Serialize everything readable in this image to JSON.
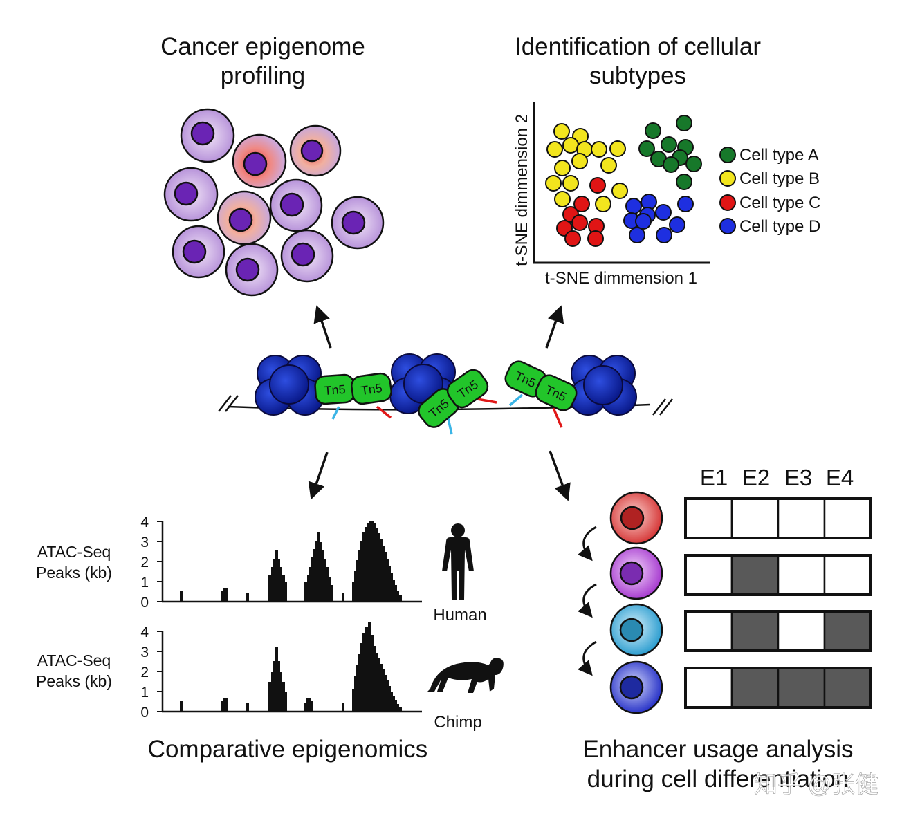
{
  "panels": {
    "cancer": {
      "title_line1": "Cancer epigenome",
      "title_line2": "profiling"
    },
    "subtypes": {
      "title_line1": "Identification of cellular",
      "title_line2": "subtypes",
      "x_axis_label": "t-SNE dimmension 1",
      "y_axis_label": "t-SNE dimmension 2",
      "legend": [
        {
          "label": "Cell type A",
          "color": "#17782a"
        },
        {
          "label": "Cell type B",
          "color": "#f2e51e"
        },
        {
          "label": "Cell type C",
          "color": "#e01515"
        },
        {
          "label": "Cell type D",
          "color": "#1e2fe0"
        }
      ]
    },
    "chromatin": {
      "enzyme_label": "Tn5"
    },
    "comparative": {
      "title": "Comparative epigenomics",
      "y_label_line1": "ATAC-Seq",
      "y_label_line2": "Peaks (kb)",
      "y_ticks": [
        "0",
        "1",
        "2",
        "3",
        "4"
      ],
      "human_label": "Human",
      "chimp_label": "Chimp"
    },
    "enhancer": {
      "title_line1": "Enhancer usage analysis",
      "title_line2": "during cell differentiation",
      "columns": [
        "E1",
        "E2",
        "E3",
        "E4"
      ],
      "rows": [
        {
          "cell_color": "#d63a3a",
          "active": [
            false,
            false,
            false,
            false
          ]
        },
        {
          "cell_color": "#a83ed0",
          "active": [
            false,
            true,
            false,
            false
          ]
        },
        {
          "cell_color": "#2e9ed0",
          "active": [
            false,
            true,
            false,
            true
          ]
        },
        {
          "cell_color": "#2a35c8",
          "active": [
            false,
            true,
            true,
            true
          ]
        }
      ],
      "active_color": "#595959"
    }
  },
  "watermark": "知乎 @张健"
}
